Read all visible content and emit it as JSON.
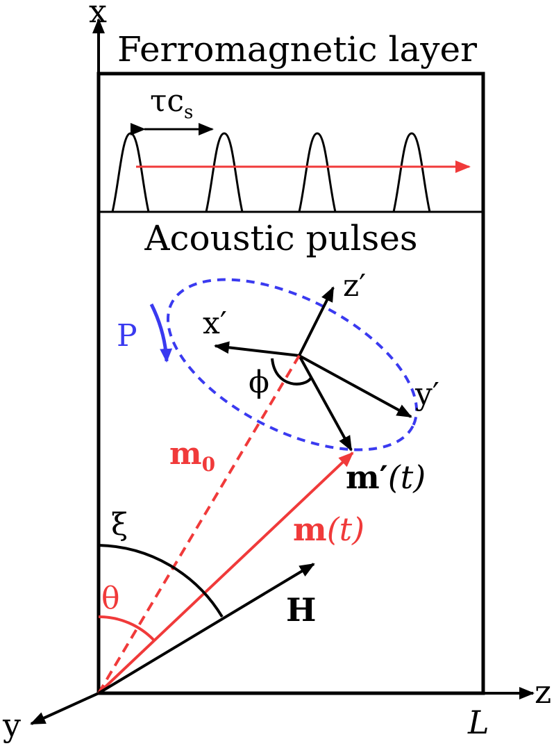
{
  "labels": {
    "axis_x": "x",
    "axis_y": "y",
    "axis_z": "z",
    "length": "L",
    "title": "Ferromagnetic layer",
    "pulses": "Acoustic pulses",
    "tau": "τc",
    "tau_sub": "s",
    "precession": "P",
    "z_prime": "z′",
    "x_prime": "x′",
    "y_prime": "y′",
    "phi": "ϕ",
    "m0": "m",
    "m0_sub": "0",
    "m_prime": "m′",
    "m_prime_arg": "(t)",
    "m_t": "m",
    "m_t_arg": "(t)",
    "xi": "ξ",
    "theta": "θ",
    "field": "H"
  },
  "colors": {
    "black": "#000000",
    "red": "#f03a3a",
    "blue": "#3a3af0"
  }
}
